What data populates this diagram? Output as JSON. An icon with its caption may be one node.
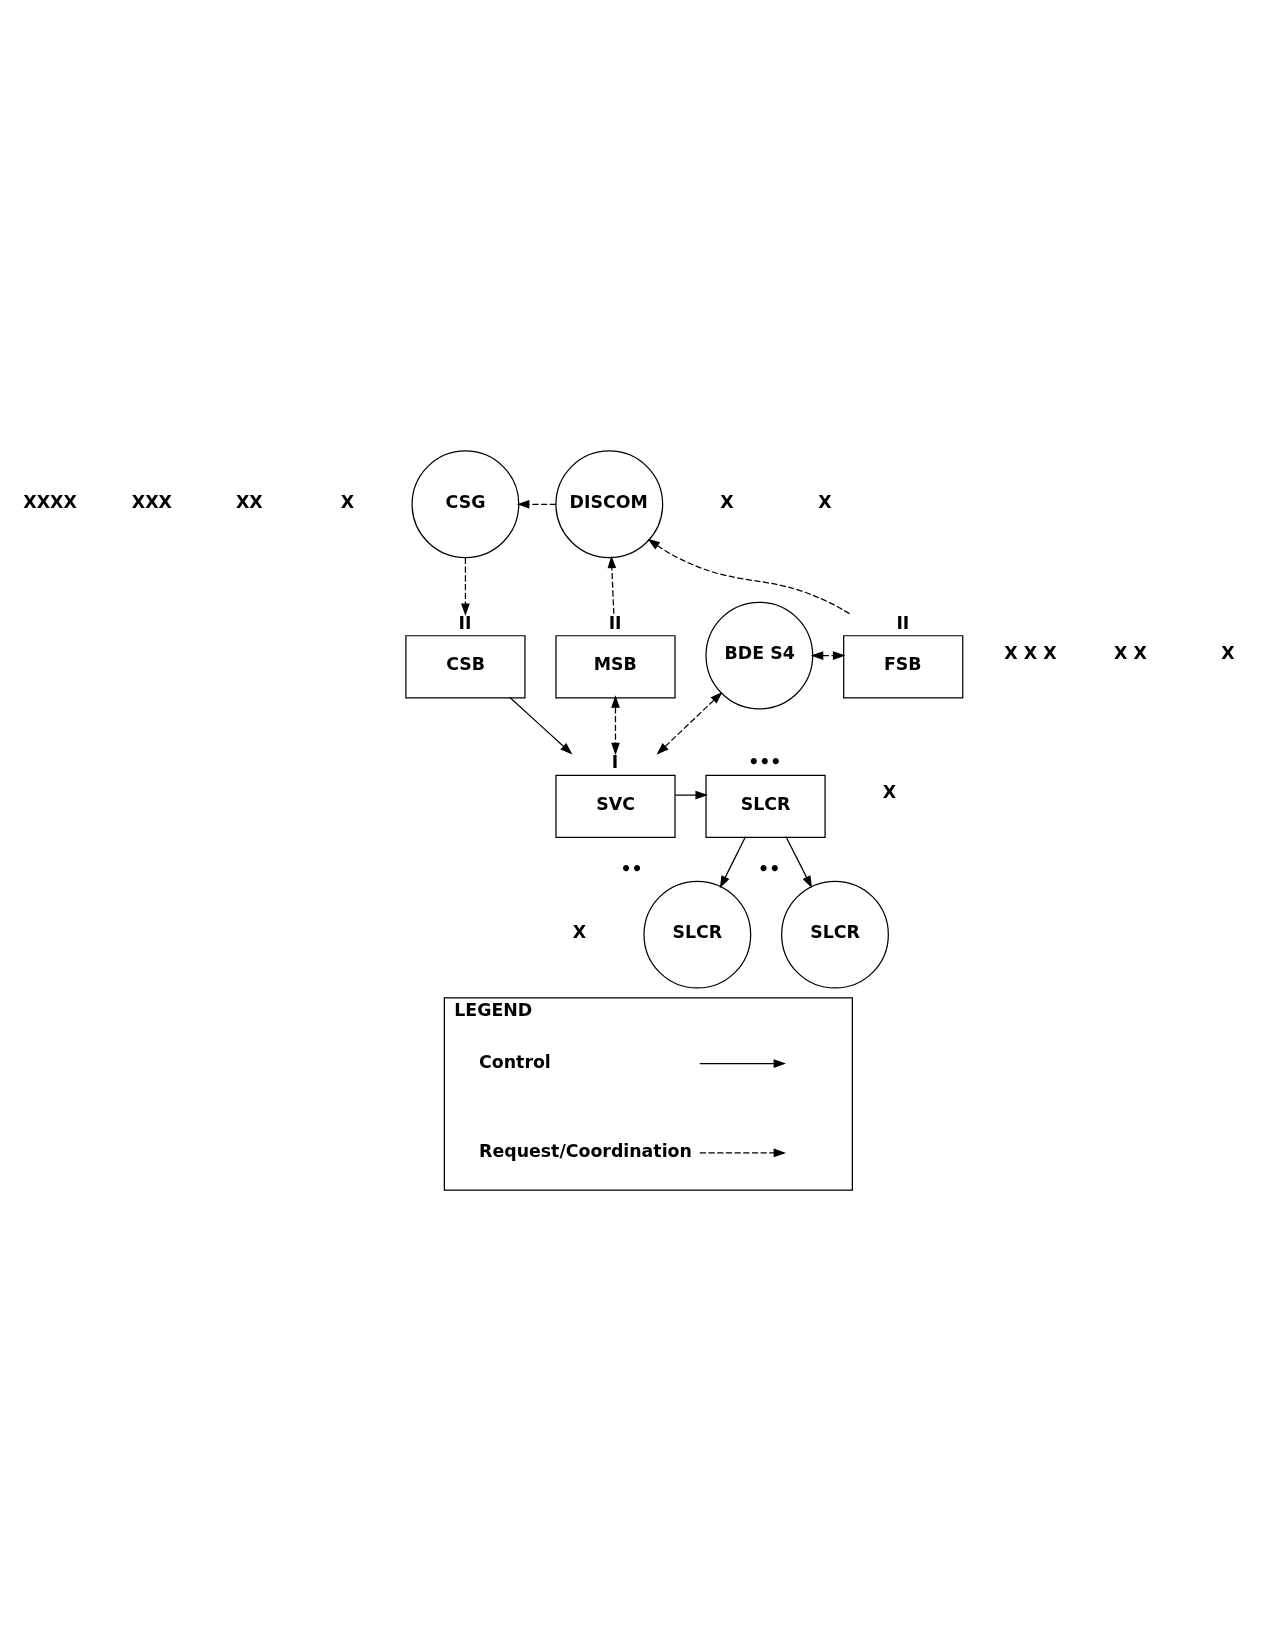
{
  "diagram": {
    "nodes": [
      {
        "text": [
          "CSG"
        ]
      },
      {
        "text": [
          "DISCOM"
        ]
      },
      {
        "text": [
          "FSB"
        ],
        "beside": [
          "II"
        ]
      },
      {
        "text": [
          "CSB"
        ],
        "beside": [
          "II"
        ]
      },
      {
        "text": [
          "MSB"
        ],
        "beside": [
          "II"
        ]
      },
      {
        "text": [
          "BDE S4"
        ]
      },
      {
        "text": [
          "SVC"
        ],
        "beside": [
          "I"
        ]
      },
      {
        "text": [
          "SLCR"
        ],
        "beside": [
          "•••"
        ]
      },
      {
        "text": [
          "SLCR"
        ],
        "beside": [
          "••"
        ]
      },
      {
        "text": [
          "SLCR"
        ],
        "beside": [
          "••"
        ]
      },
      {
        "text": [
          "LEGEND"
        ]
      }
    ],
    "edges": [
      {
        "from": 1,
        "to": 0,
        "arrow": "to",
        "style": "dashed"
      },
      {
        "from": 0,
        "to": 3,
        "arrow": "to",
        "style": "dashed"
      },
      {
        "from": 2,
        "to": 1,
        "arrow": "to",
        "style": "dashed"
      },
      {
        "from": 4,
        "to": 1,
        "arrow": "to",
        "style": "dashed"
      },
      {
        "from": 3,
        "to": 6,
        "arrow": "to"
      },
      {
        "from": 4,
        "to": 6,
        "arrow": "both",
        "style": "dashed"
      },
      {
        "from": 5,
        "to": 6,
        "arrow": "both",
        "style": "dashed"
      },
      {
        "from": 5,
        "to": 2,
        "arrow": "both",
        "style": "dashed"
      },
      {
        "from": 6,
        "to": 7,
        "arrow": "to"
      },
      {
        "from": 7,
        "to": 8,
        "arrow": "to"
      },
      {
        "from": 7,
        "to": 9,
        "arrow": "to"
      }
    ],
    "labels": [
      "XXXX",
      "XXX",
      "XX",
      "X",
      "X",
      "X",
      "X X X",
      "X X",
      "X",
      "X",
      "X"
    ],
    "legend": [
      {
        "text": "Control"
      },
      {
        "text": "Request/Coordination"
      }
    ]
  }
}
